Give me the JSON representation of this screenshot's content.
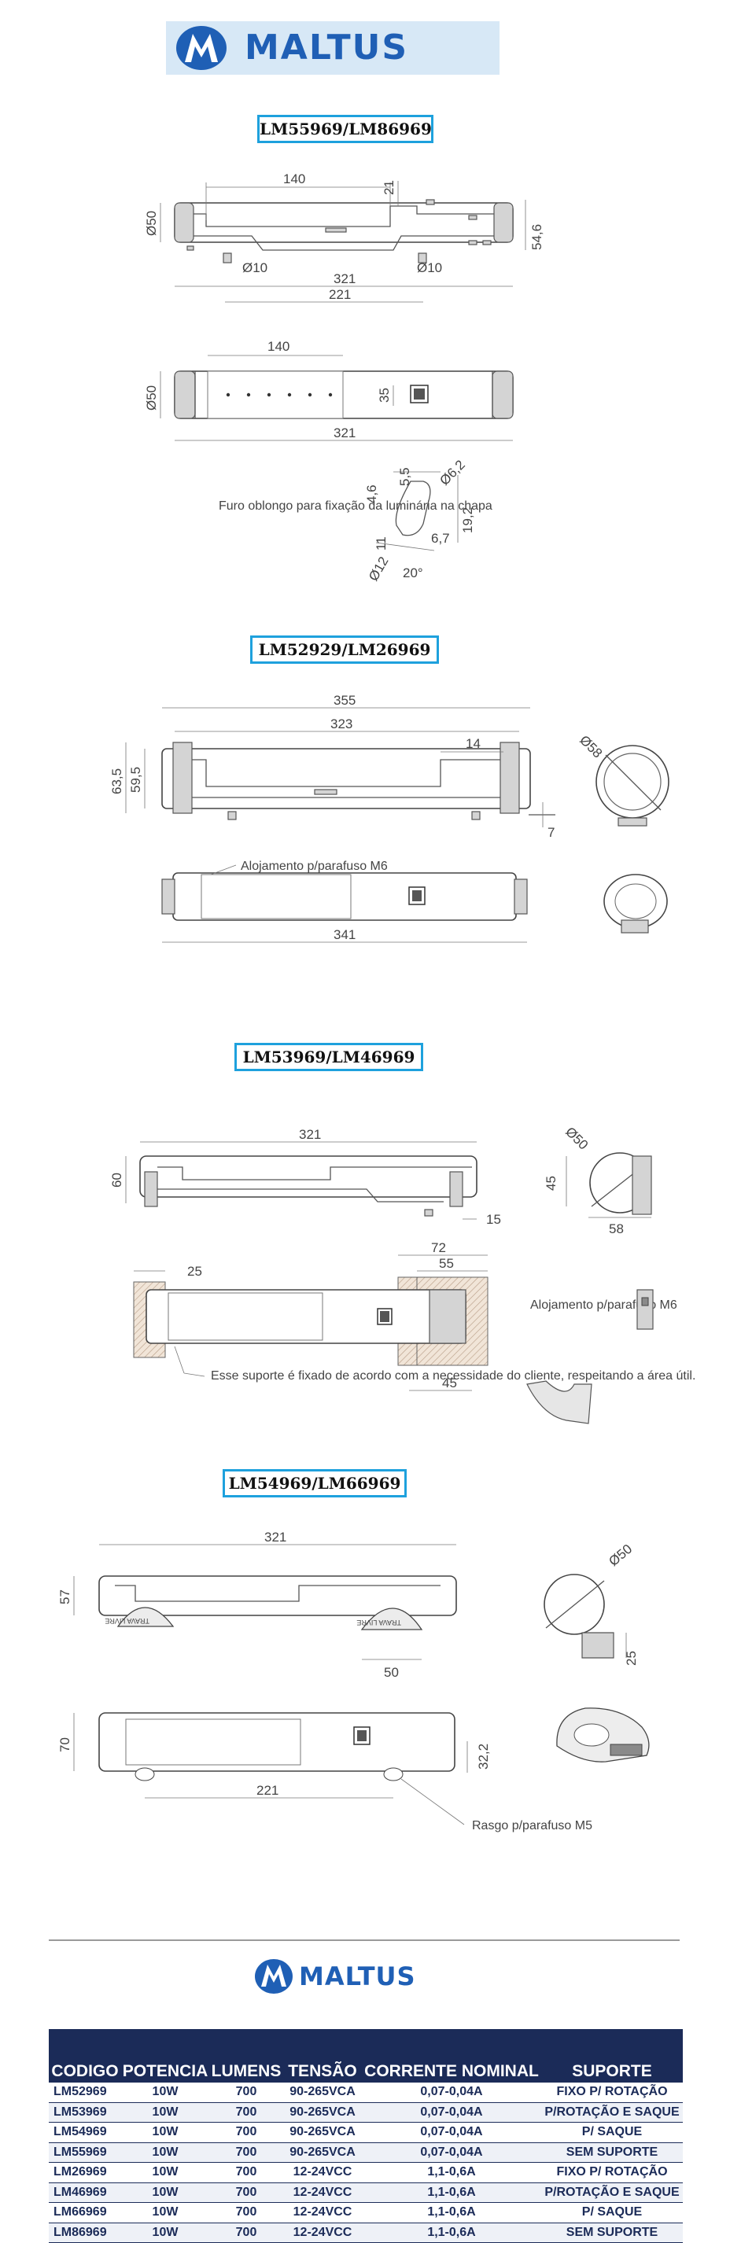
{
  "brand": {
    "name": "MALTUS",
    "accent": "#1F5FB5",
    "icon": "maltus-m-logo"
  },
  "sections": {
    "s1": {
      "title": "LM55969/LM86969",
      "dims": {
        "a": "140",
        "b": "21",
        "c": "Ø50",
        "d": "54,6",
        "e": "Ø10",
        "f": "Ø10",
        "g": "321",
        "h": "221",
        "i": "140",
        "j": "Ø50",
        "k": "35",
        "l": "321"
      },
      "detail": {
        "note": "Furo oblongo para fixação da luminária na chapa",
        "d1": "4,6",
        "d2": "5,5",
        "d3": "Ø6,2",
        "d4": "6,7",
        "d5": "19,2",
        "d6": "11",
        "d7": "Ø12",
        "d8": "20°"
      }
    },
    "s2": {
      "title": "LM52929/LM26969",
      "dims": {
        "a": "355",
        "b": "323",
        "c": "14",
        "d": "63,5",
        "e": "59,5",
        "f": "7",
        "g": "Ø58",
        "h": "341"
      },
      "note": "Alojamento p/parafuso M6"
    },
    "s3": {
      "title": "LM53969/LM46969",
      "dims": {
        "a": "321",
        "b": "60",
        "c": "15",
        "d": "Ø50",
        "e": "45",
        "f": "58",
        "g": "25",
        "h": "72",
        "i": "55",
        "j": "45"
      },
      "note1": "Alojamento p/parafuso M6",
      "note2": "Esse suporte é fixado de acordo com a necessidade do cliente, respeitando a área útil."
    },
    "s4": {
      "title": "LM54969/LM66969",
      "dims": {
        "a": "321",
        "b": "57",
        "c": "50",
        "d": "Ø50",
        "e": "25",
        "f": "70",
        "g": "32,2",
        "h": "221"
      },
      "clip": "TRAVA LIVRE",
      "note": "Rasgo p/parafuso M5"
    }
  },
  "table": {
    "headers": [
      "CODIGO",
      "POTENCIA",
      "LUMENS",
      "TENSÃO",
      "CORRENTE NOMINAL",
      "SUPORTE"
    ],
    "rows": [
      [
        "LM52969",
        "10W",
        "700",
        "90-265VCA",
        "0,07-0,04A",
        "FIXO P/ ROTAÇÃO"
      ],
      [
        "LM53969",
        "10W",
        "700",
        "90-265VCA",
        "0,07-0,04A",
        "P/ROTAÇÃO E SAQUE"
      ],
      [
        "LM54969",
        "10W",
        "700",
        "90-265VCA",
        "0,07-0,04A",
        "P/ SAQUE"
      ],
      [
        "LM55969",
        "10W",
        "700",
        "90-265VCA",
        "0,07-0,04A",
        "SEM SUPORTE"
      ],
      [
        "LM26969",
        "10W",
        "700",
        "12-24VCC",
        "1,1-0,6A",
        "FIXO P/ ROTAÇÃO"
      ],
      [
        "LM46969",
        "10W",
        "700",
        "12-24VCC",
        "1,1-0,6A",
        "P/ROTAÇÃO E SAQUE"
      ],
      [
        "LM66969",
        "10W",
        "700",
        "12-24VCC",
        "1,1-0,6A",
        "P/ SAQUE"
      ],
      [
        "LM86969",
        "10W",
        "700",
        "12-24VCC",
        "1,1-0,6A",
        "SEM SUPORTE"
      ]
    ]
  }
}
